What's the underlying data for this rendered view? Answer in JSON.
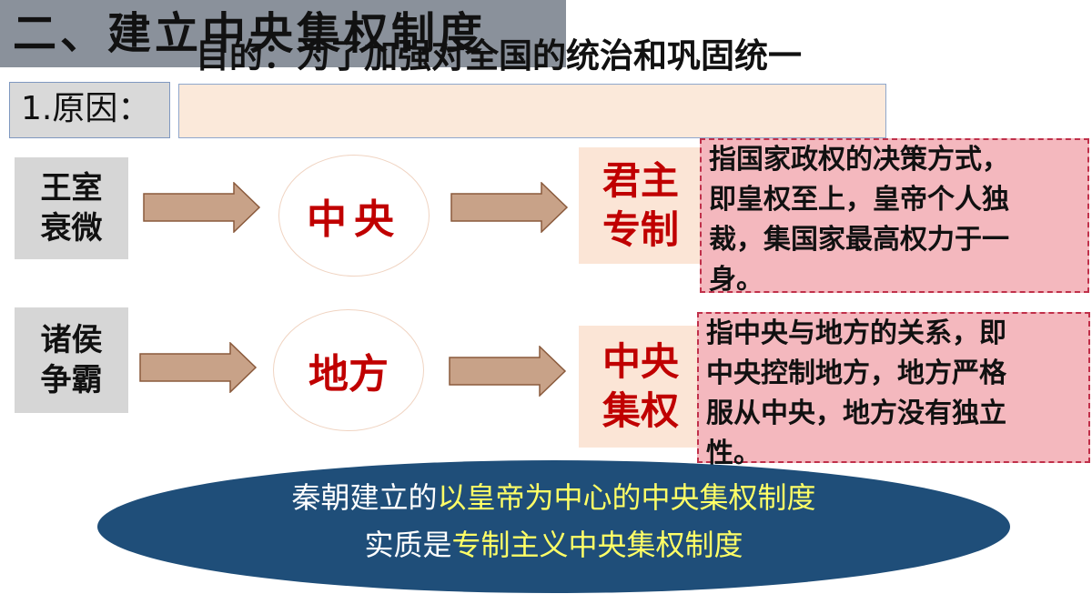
{
  "title": "二、建立中央集权制度",
  "purpose": "目的：为了加强对全国的统治和巩固统一",
  "reason_label": "1.原因：",
  "row1": {
    "cause_line1": "王室",
    "cause_line2": "衰微",
    "center": "中央",
    "result_line1": "君主",
    "result_line2": "专制",
    "note_lines": [
      "指国家政权的决策方式，",
      "即皇权至上，皇帝个人独",
      "裁，集国家最高权力于一",
      "身。"
    ]
  },
  "row2": {
    "cause_line1": "诸侯",
    "cause_line2": "争霸",
    "center": "地方",
    "result_line1": "中央",
    "result_line2": "集权",
    "note_lines": [
      "指中央与地方的关系，即",
      "中央控制地方，地方严格",
      "服从中央，地方没有独立",
      "性。"
    ]
  },
  "summary": {
    "line1_prefix": "秦朝建立的",
    "line1_highlight": "以皇帝为中心的中央集权制度",
    "line2_prefix": "实质是",
    "line2_highlight": "专制主义中央集权制度"
  },
  "colors": {
    "title_bar": "#8a919b",
    "accent_red": "#c00000",
    "ellipse": "#1f4e79",
    "highlight_yellow": "#ffff66",
    "note_bg": "#f4b8be",
    "arrow_fill": "#c8a288"
  }
}
